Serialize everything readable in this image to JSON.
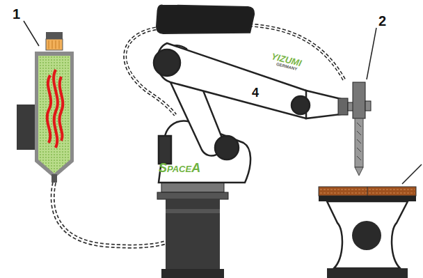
{
  "diagram": {
    "labels": [
      "1",
      "2",
      "4",
      "YIZUMI",
      "GERMANY",
      "SpaceA"
    ]
  }
}
